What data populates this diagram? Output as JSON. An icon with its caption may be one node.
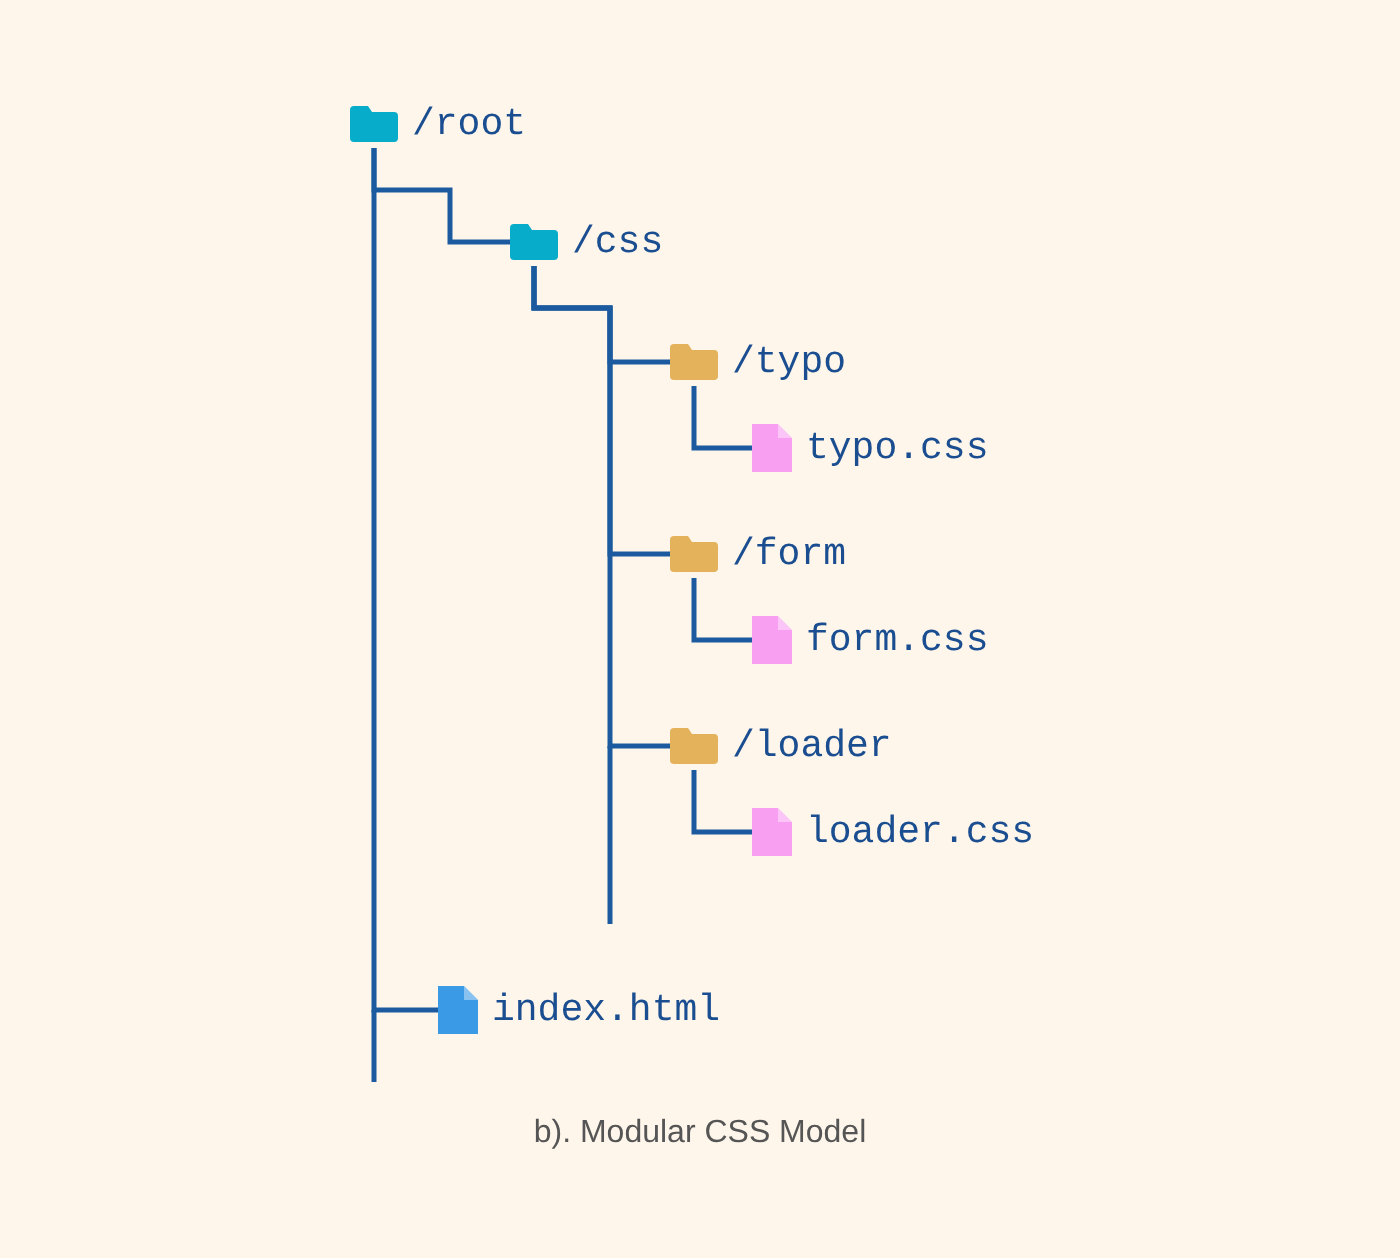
{
  "diagram": {
    "caption": "b). Modular CSS Model",
    "nodes": [
      {
        "text": [
          "/root"
        ]
      },
      {
        "text": [
          "/css"
        ]
      },
      {
        "text": [
          "/typo"
        ]
      },
      {
        "text": [
          "typo.css"
        ]
      },
      {
        "text": [
          "/form"
        ]
      },
      {
        "text": [
          "form.css"
        ]
      },
      {
        "text": [
          "/loader"
        ]
      },
      {
        "text": [
          "loader.css"
        ]
      },
      {
        "text": [
          "index.html"
        ]
      }
    ],
    "edges": [
      {
        "from": 0,
        "to": 1,
        "arrow": "none"
      },
      {
        "from": 1,
        "to": 2,
        "arrow": "none"
      },
      {
        "from": 2,
        "to": 3,
        "arrow": "none"
      },
      {
        "from": 1,
        "to": 4,
        "arrow": "none"
      },
      {
        "from": 4,
        "to": 5,
        "arrow": "none"
      },
      {
        "from": 1,
        "to": 6,
        "arrow": "none"
      },
      {
        "from": 6,
        "to": 7,
        "arrow": "none"
      },
      {
        "from": 0,
        "to": 8,
        "arrow": "none"
      }
    ]
  }
}
